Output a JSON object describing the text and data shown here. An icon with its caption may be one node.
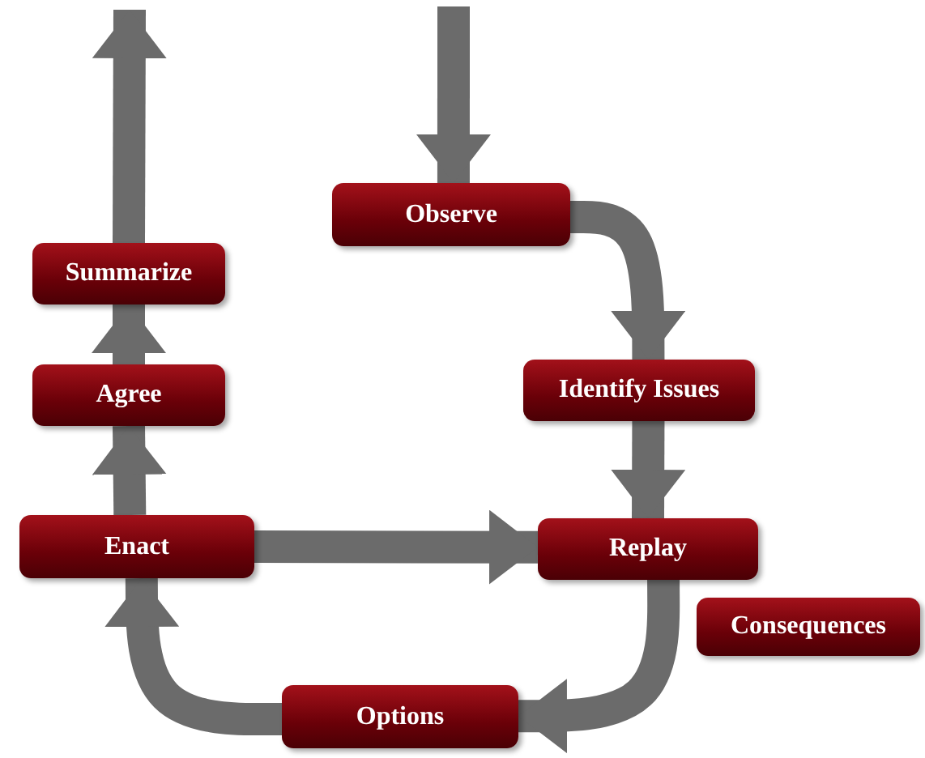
{
  "diagram": {
    "nodes": [
      {
        "text": [
          "Observe"
        ]
      },
      {
        "text": [
          "Summarize"
        ]
      },
      {
        "text": [
          "Identify Issues"
        ]
      },
      {
        "text": [
          "Agree"
        ]
      },
      {
        "text": [
          "Enact"
        ]
      },
      {
        "text": [
          "Replay"
        ]
      },
      {
        "text": [
          "Consequences"
        ]
      },
      {
        "text": [
          "Options"
        ]
      }
    ],
    "edges": [
      {
        "from": null,
        "to": 0,
        "arrow": "to"
      },
      {
        "from": 0,
        "to": 2,
        "arrow": "to"
      },
      {
        "from": 2,
        "to": 5,
        "arrow": "to"
      },
      {
        "from": 5,
        "to": 7,
        "arrow": "to"
      },
      {
        "from": 7,
        "to": 4,
        "arrow": "to"
      },
      {
        "from": 4,
        "to": 5,
        "arrow": "to"
      },
      {
        "from": 4,
        "to": 3,
        "arrow": "to"
      },
      {
        "from": 3,
        "to": 1,
        "arrow": "to"
      },
      {
        "from": 1,
        "to": null,
        "arrow": "to"
      }
    ]
  }
}
